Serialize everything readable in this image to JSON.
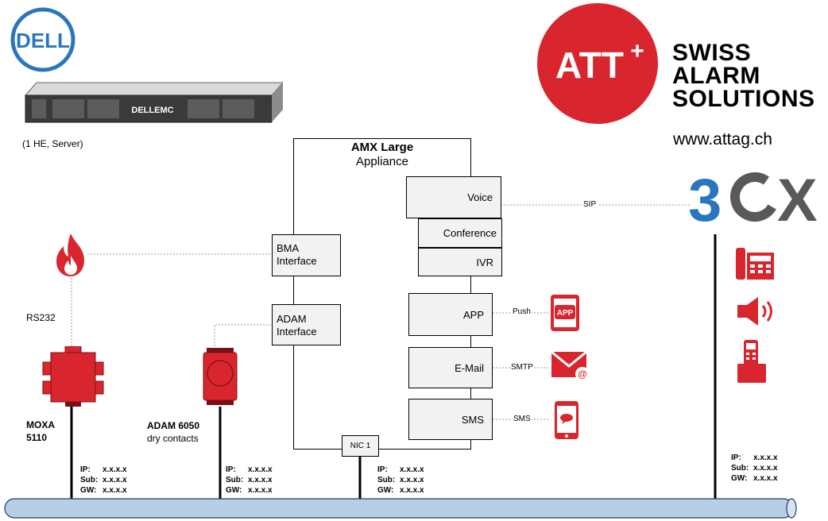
{
  "server": {
    "caption": "(1 HE, Server)",
    "front_label": "DELLEMC"
  },
  "logos": {
    "dell": "DELL",
    "att": "ATT",
    "att_plus": "+",
    "company_lines": [
      "SWISS",
      "ALARM",
      "SOLUTIONS"
    ],
    "website": "www.attag.ch",
    "threecx": "3CX"
  },
  "appliance": {
    "title": "AMX Large",
    "subtitle": "Appliance",
    "nic": "NIC 1"
  },
  "modules": {
    "voice": "Voice",
    "conference": "Conference",
    "ivr": "IVR",
    "app": "APP",
    "email": "E-Mail",
    "sms": "SMS"
  },
  "interfaces": {
    "bma_line1": "BMA",
    "bma_line2": "Interface",
    "adam_line1": "ADAM",
    "adam_line2": "Interface"
  },
  "links": {
    "sip": "SIP",
    "push": "Push",
    "smtp": "SMTP",
    "sms": "SMS",
    "rs232": "RS232"
  },
  "devices": {
    "moxa_line1": "MOXA",
    "moxa_line2": "5110",
    "adam_line1": "ADAM 6050",
    "adam_line2": "dry contacts",
    "app_icon_text": "APP"
  },
  "ip_blocks": [
    {
      "ip": "x.x.x.x",
      "sub": "x.x.x.x",
      "gw": "x.x.x.x"
    },
    {
      "ip": "x.x.x.x",
      "sub": "x.x.x.x",
      "gw": "x.x.x.x"
    },
    {
      "ip": "x.x.x.x",
      "sub": "x.x.x.x",
      "gw": "x.x.x.x"
    },
    {
      "ip": "x.x.x.x",
      "sub": "x.x.x.x",
      "gw": "x.x.x.x"
    }
  ],
  "ip_labels": {
    "ip": "IP:",
    "sub": "Sub:",
    "gw": "GW:"
  },
  "colors": {
    "red": "#d9262e",
    "blue": "#2a76bd",
    "grey_logo": "#595959",
    "box_fill": "#f2f2f2",
    "bus_fill": "#b8cde6"
  }
}
